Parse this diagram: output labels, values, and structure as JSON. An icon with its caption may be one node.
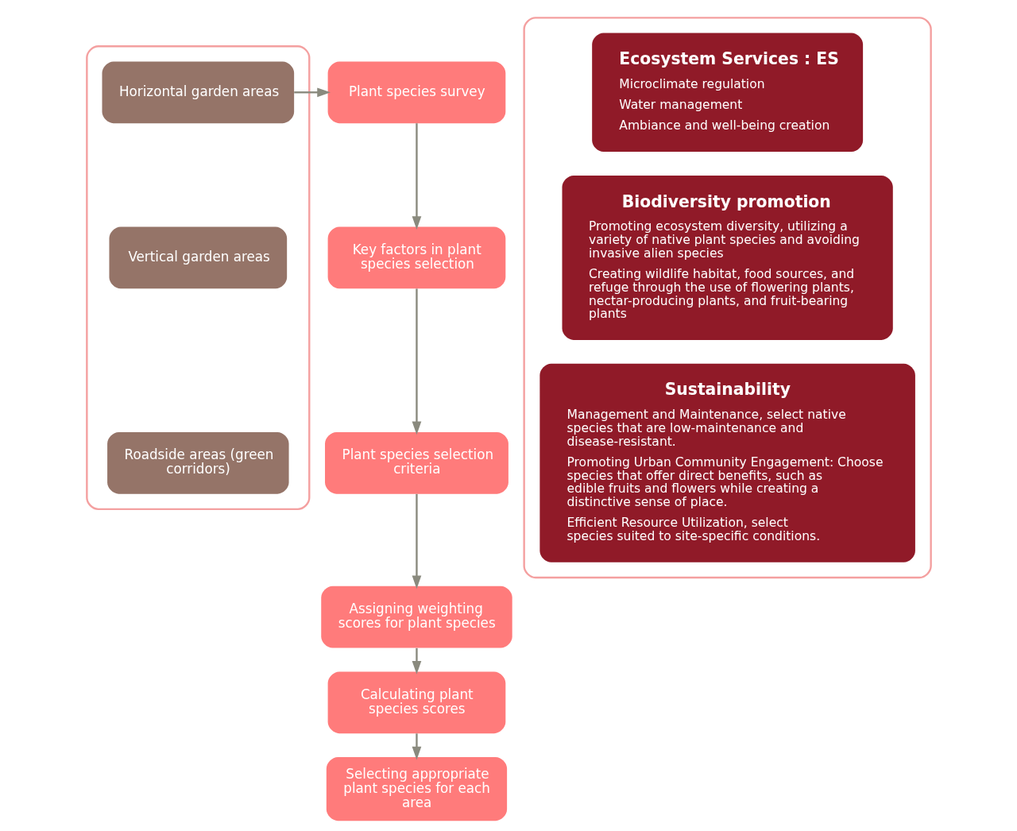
{
  "diagram": {
    "nodes": [
      {
        "text": [],
        "shape": "box"
      },
      {
        "text": [
          "Horizontal garden areas"
        ],
        "in": 0
      },
      {
        "text": [
          "Vertical garden areas"
        ],
        "in": 0
      },
      {
        "text": [
          "Roadside areas (green corridors)"
        ],
        "in": 0
      },
      {
        "text": [
          "Plant species survey"
        ]
      },
      {
        "text": [
          "Key factors in plant species selection"
        ]
      },
      {
        "text": [
          "Plant species selection criteria"
        ]
      },
      {
        "text": [
          "Assigning weighting scores for plant species"
        ]
      },
      {
        "text": [
          "Calculating plant species scores"
        ]
      },
      {
        "text": [
          "Selecting appropriate plant species for each area"
        ]
      },
      {
        "text": [],
        "shape": "box"
      },
      {
        "text": [
          "Ecosystem Services : ES",
          "Microclimate regulation",
          "Water management",
          "Ambiance and well-being creation"
        ],
        "in": 10
      },
      {
        "text": [
          "Biodiversity promotion",
          "Promoting ecosystem diversity, utilizing a variety of native plant species and avoiding invasive alien species",
          "Creating wildlife habitat, food sources, and refuge through the use of flowering plants, nectar-producing plants, and fruit-bearing plants"
        ],
        "in": 10
      },
      {
        "text": [
          "Sustainability",
          "Management and Maintenance, select native species that are low-maintenance and disease-resistant.",
          "Promoting Urban Community Engagement: Choose species that offer direct benefits, such as edible fruits and flowers while creating a distinctive sense of place.",
          "Efficient Resource Utilization, select species suited to site-specific conditions."
        ],
        "in": 10
      }
    ],
    "edges": [
      {
        "from": 1,
        "to": 4,
        "arrow": "to"
      },
      {
        "from": 4,
        "to": 5,
        "arrow": "to"
      },
      {
        "from": 5,
        "to": 6,
        "arrow": "to"
      },
      {
        "from": 6,
        "to": 7,
        "arrow": "to"
      },
      {
        "from": 7,
        "to": 8,
        "arrow": "to"
      },
      {
        "from": 8,
        "to": 9,
        "arrow": "to"
      }
    ]
  }
}
